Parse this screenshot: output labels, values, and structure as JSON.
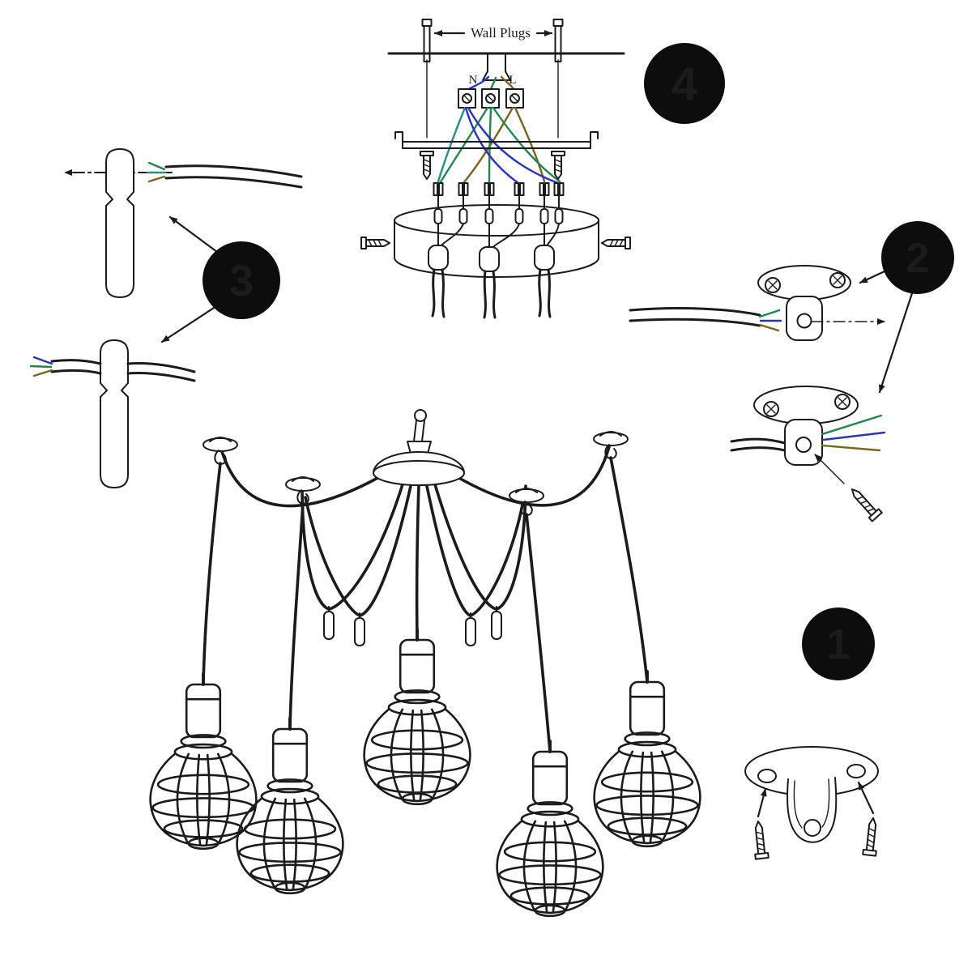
{
  "diagram": {
    "name": "Spider pendant cage light installation instructions",
    "labels": {
      "wall_plugs": "Wall Plugs",
      "neutral": "N",
      "live": "L"
    },
    "steps": [
      {
        "id": "step-1",
        "number": "1"
      },
      {
        "id": "step-2",
        "number": "2"
      },
      {
        "id": "step-3",
        "number": "3"
      },
      {
        "id": "step-4",
        "number": "4"
      }
    ]
  },
  "colors": {
    "background": "#ffffff",
    "line": "#1b1b1b",
    "badge_bg": "#0d0d0d",
    "badge_text": "#ffffff",
    "wire_blue": "#2b35b5",
    "wire_green": "#23854d",
    "wire_brown": "#77651c",
    "wire_teal": "#2b8c89"
  }
}
